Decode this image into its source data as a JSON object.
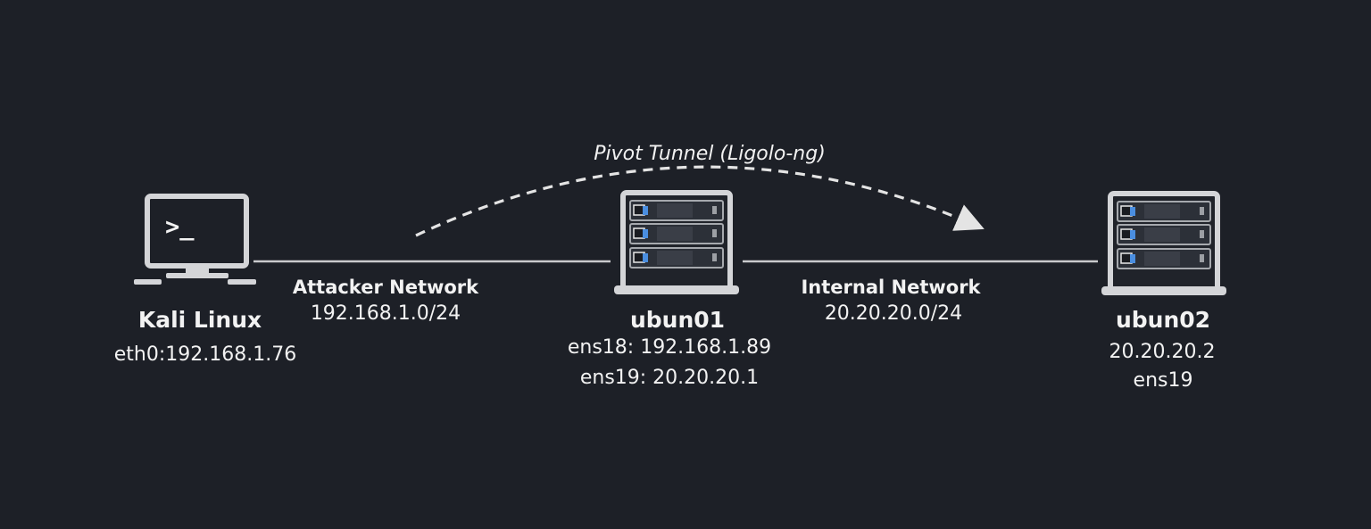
{
  "tunnel": {
    "label": "Pivot Tunnel (Ligolo-ng)"
  },
  "networks": {
    "attacker": {
      "name": "Attacker Network",
      "cidr": "192.168.1.0/24"
    },
    "internal": {
      "name": "Internal Network",
      "cidr": "20.20.20.0/24"
    }
  },
  "hosts": {
    "kali": {
      "name": "Kali Linux",
      "lines": [
        "eth0:192.168.1.76"
      ],
      "icon": "terminal-laptop-icon",
      "prompt": ">_"
    },
    "ubun01": {
      "name": "ubun01",
      "lines": [
        "ens18: 192.168.1.89",
        "ens19: 20.20.20.1"
      ],
      "icon": "server-rack-icon"
    },
    "ubun02": {
      "name": "ubun02",
      "lines": [
        "20.20.20.2",
        "ens19"
      ],
      "icon": "server-rack-icon"
    }
  },
  "colors": {
    "background": "#1d2027",
    "line": "#c9cacd",
    "text": "#f2f2f2",
    "accent": "#4a8ee0"
  }
}
